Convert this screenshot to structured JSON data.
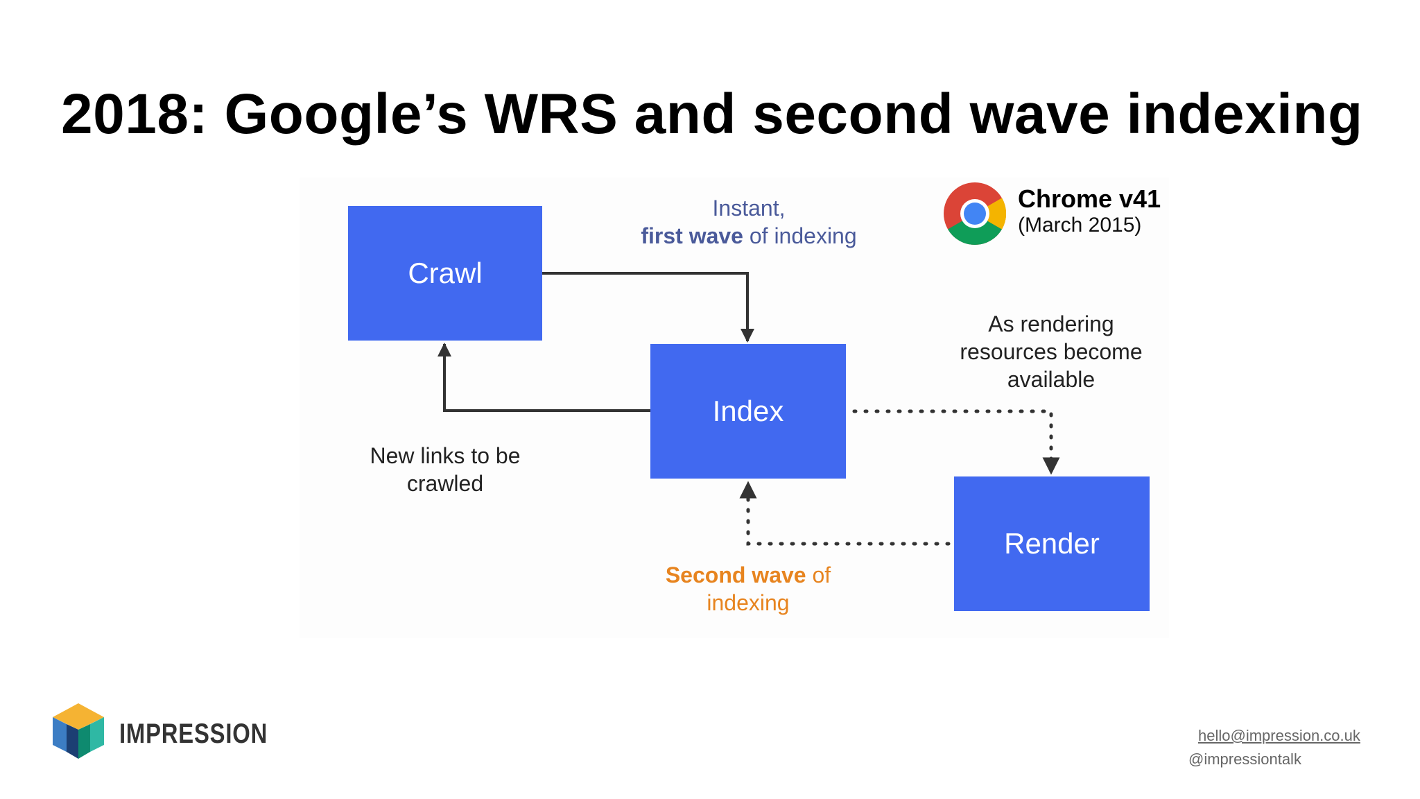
{
  "slide": {
    "title": "2018: Google’s WRS and second wave indexing"
  },
  "diagram": {
    "nodes": {
      "crawl": "Crawl",
      "index": "Index",
      "render": "Render"
    },
    "labels": {
      "instant_line1": "Instant,",
      "instant_first_wave": "first wave",
      "instant_rest": " of indexing",
      "as_rendering": [
        "As rendering",
        "resources become",
        "available"
      ],
      "new_links": [
        "New links to be",
        "crawled"
      ],
      "second_wave_bold": "Second wave",
      "second_wave_rest": " of",
      "second_wave_line2": "indexing"
    },
    "edges": [
      {
        "from": "crawl",
        "to": "index",
        "style": "solid"
      },
      {
        "from": "index",
        "to": "crawl",
        "style": "solid"
      },
      {
        "from": "index",
        "to": "render",
        "style": "dotted"
      },
      {
        "from": "render",
        "to": "index",
        "style": "dotted"
      }
    ],
    "colors": {
      "node": "#4169f0",
      "first_wave": "#4a5a9a",
      "second_wave": "#e7841f"
    }
  },
  "chrome": {
    "icon": "chrome-icon",
    "title": "Chrome v41",
    "subtitle": "(March 2015)"
  },
  "footer": {
    "brand": "IMPRESSION",
    "email": "hello@impression.co.uk",
    "handle": "@impressiontalk"
  }
}
